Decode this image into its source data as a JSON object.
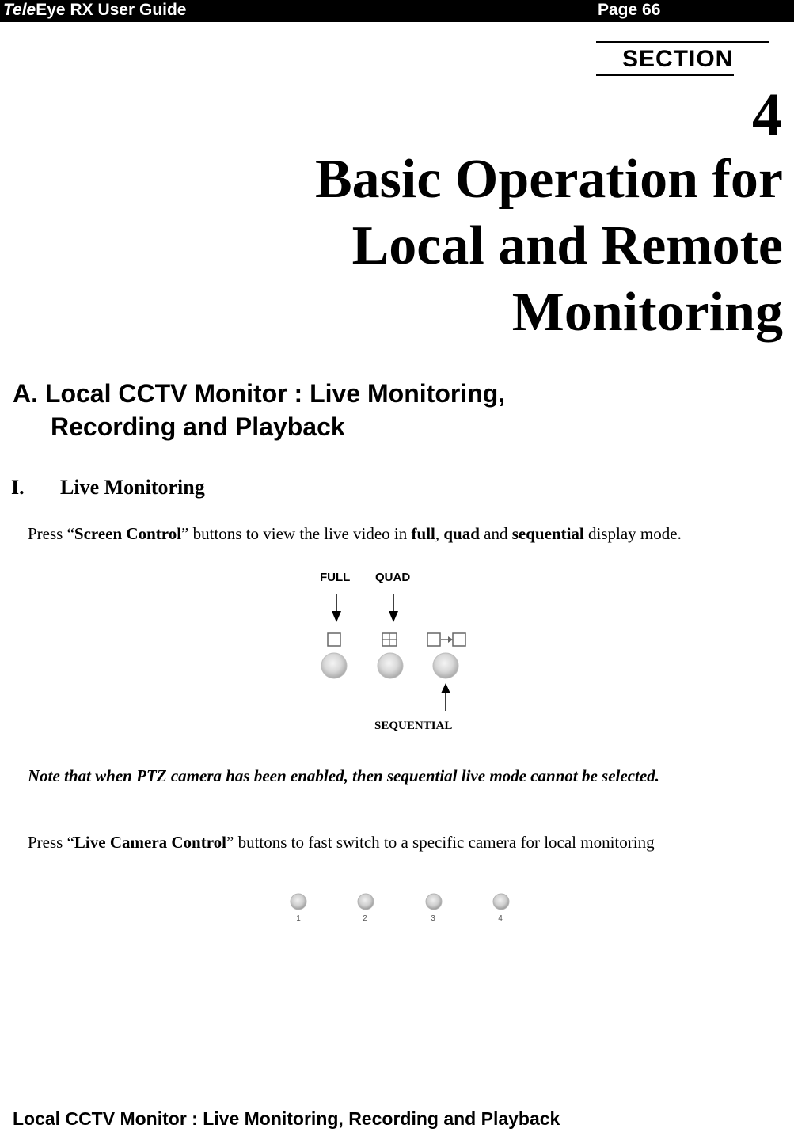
{
  "header": {
    "title_italic": "Tele",
    "title_rest": "Eye RX User Guide",
    "page": "Page  66"
  },
  "section_label": "SECTION",
  "chapter": {
    "number": "4",
    "title_lines": [
      "Basic Operation for",
      "Local and Remote",
      "Monitoring"
    ]
  },
  "section_heading": {
    "line1": "A. Local CCTV Monitor : Live Monitoring,",
    "line2": "Recording and Playback"
  },
  "subheading": {
    "number": "I.",
    "text": "Live Monitoring"
  },
  "paragraph1": {
    "t1": "Press “",
    "b1": "Screen Control",
    "t2": "” buttons to view the live video in ",
    "b2": "full",
    "t3": ", ",
    "b3": "quad",
    "t4": " and ",
    "b4": "sequential",
    "t5": " display mode."
  },
  "screen_control_labels": {
    "full": "FULL",
    "quad": "QUAD",
    "sequential": "SEQUENTIAL"
  },
  "note": "Note that when PTZ camera has been enabled, then sequential live mode cannot be selected.",
  "paragraph2": {
    "t1": "Press “",
    "b1": "Live Camera Control",
    "t2": "” buttons to fast switch to a specific camera for local monitoring"
  },
  "camera_buttons": [
    "1",
    "2",
    "3",
    "4"
  ],
  "footer": "Local CCTV Monitor : Live Monitoring, Recording and Playback"
}
